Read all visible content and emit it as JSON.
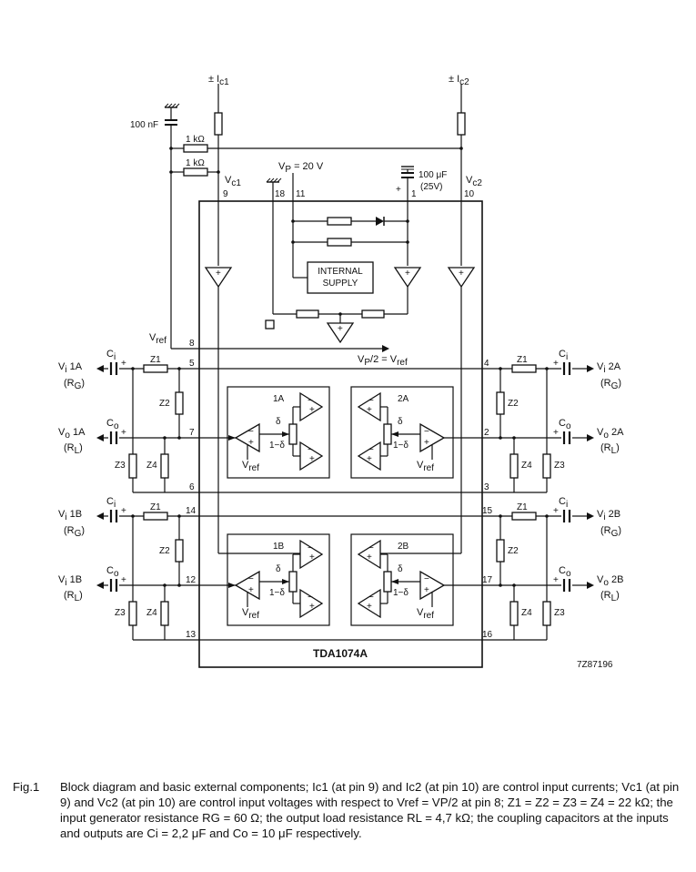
{
  "diagram": {
    "chip_name": "TDA1074A",
    "part_code": "7Z87196",
    "supply": {
      "ic1": "± I",
      "ic1_sub": "c1",
      "ic2": "± I",
      "ic2_sub": "c2",
      "cap_100nf": "100 nF",
      "r1": "1 kΩ",
      "r2": "1 kΩ",
      "vp": "V",
      "vp_sub": "P",
      "vp_val": " = 20 V",
      "cap_100uf": "100 μF",
      "cap_25v": "(25V)",
      "plus": "+",
      "vc1": "V",
      "vc1_sub": "c1",
      "vc2": "V",
      "vc2_sub": "c2",
      "internal_1": "INTERNAL",
      "internal_2": "SUPPLY",
      "vref": "V",
      "vref_sub": "ref",
      "vp2_a": "V",
      "vp2_a_sub": "P",
      "vp2_b": "/2 = V",
      "vp2_b_sub": "ref"
    },
    "pins": {
      "p9": "9",
      "p18": "18",
      "p11": "11",
      "p1": "1",
      "p10": "10",
      "p8": "8",
      "p5": "5",
      "p7": "7",
      "p6": "6",
      "p4": "4",
      "p2": "2",
      "p3": "3",
      "p14": "14",
      "p12": "12",
      "p13": "13",
      "p15": "15",
      "p17": "17",
      "p16": "16"
    },
    "channels": {
      "a1": "1A",
      "a2": "2A",
      "b1": "1B",
      "b2": "2B",
      "delta": "δ",
      "one_minus_delta": "1−δ",
      "vref": "V",
      "vref_sub": "ref"
    },
    "components": {
      "z1": "Z1",
      "z2": "Z2",
      "z3": "Z3",
      "z4": "Z4",
      "ci": "C",
      "ci_sub": "i",
      "co": "C",
      "co_sub": "o"
    },
    "io": {
      "vi1a": "V",
      "vi1a_sub": "i",
      "vi1a_ch": " 1A",
      "vo1a": "V",
      "vo1a_sub": "o",
      "vo1a_ch": " 1A",
      "vi2a": "V",
      "vi2a_sub": "i",
      "vi2a_ch": " 2A",
      "vo2a": "V",
      "vo2a_sub": "o",
      "vo2a_ch": " 2A",
      "vi1b": "V",
      "vi1b_sub": "i",
      "vi1b_ch": " 1B",
      "vo1b": "V",
      "vo1b_sub": "i",
      "vo1b_ch": " 1B",
      "vi2b": "V",
      "vi2b_sub": "i",
      "vi2b_ch": " 2B",
      "vo2b": "V",
      "vo2b_sub": "o",
      "vo2b_ch": " 2B",
      "rg": "(R",
      "rg_sub": "G",
      "rl": "(R",
      "rl_sub": "L",
      "close": ")"
    }
  },
  "caption": {
    "label": "Fig.1",
    "text": "Block diagram and basic external components; Ic1 (at pin 9) and Ic2 (at pin 10) are control input currents; Vc1 (at pin 9) and Vc2 (at pin 10) are control input voltages with respect to Vref = VP/2 at pin 8; Z1 = Z2 = Z3 = Z4 = 22 kΩ; the input generator resistance RG = 60 Ω; the output load resistance RL = 4,7 kΩ; the coupling capacitors at the inputs and outputs are Ci = 2,2 μF and Co = 10 μF respectively."
  }
}
